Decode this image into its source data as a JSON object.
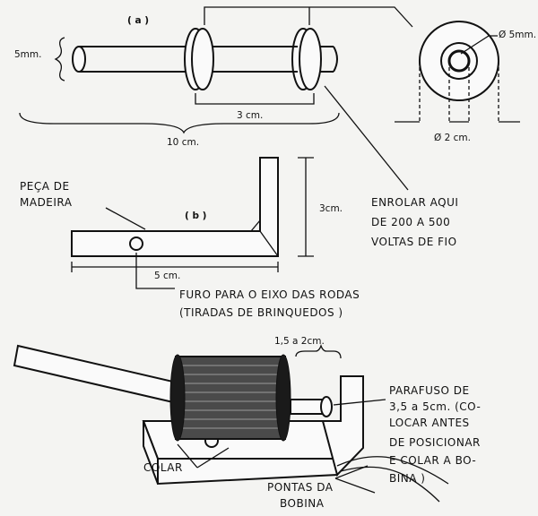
{
  "labels": {
    "part_a": "( a )",
    "diam_5mm_left": "5mm.",
    "len_3cm": "3 cm.",
    "len_10cm": "10 cm.",
    "diam_5mm_right": "Ø 5mm.",
    "diam_2cm": "Ø 2 cm.",
    "peca_line1": "PEÇA DE",
    "peca_line2": "MADEIRA",
    "part_b": "( b )",
    "height_3cm": "3cm.",
    "len_5cm": "5 cm.",
    "enrolar_line1": "ENROLAR AQUI",
    "enrolar_line2": "DE 200 A 500",
    "enrolar_line3": "VOLTAS DE FIO",
    "furo_line1": "FURO PARA O EIXO DAS RODAS",
    "furo_line2": "(TIRADAS DE BRINQUEDOS )",
    "gap_label": "1,5 a 2cm.",
    "parafuso_line1": "PARAFUSO DE",
    "parafuso_line2": "3,5 a 5cm. (CO-",
    "parafuso_line3": "LOCAR ANTES",
    "parafuso_line4": "DE POSICIONAR",
    "parafuso_line5": "E COLAR A BO-",
    "parafuso_line6": "BINA )",
    "colar": "COLAR",
    "pontas_line1": "PONTAS DA",
    "pontas_line2": "BOBINA"
  }
}
